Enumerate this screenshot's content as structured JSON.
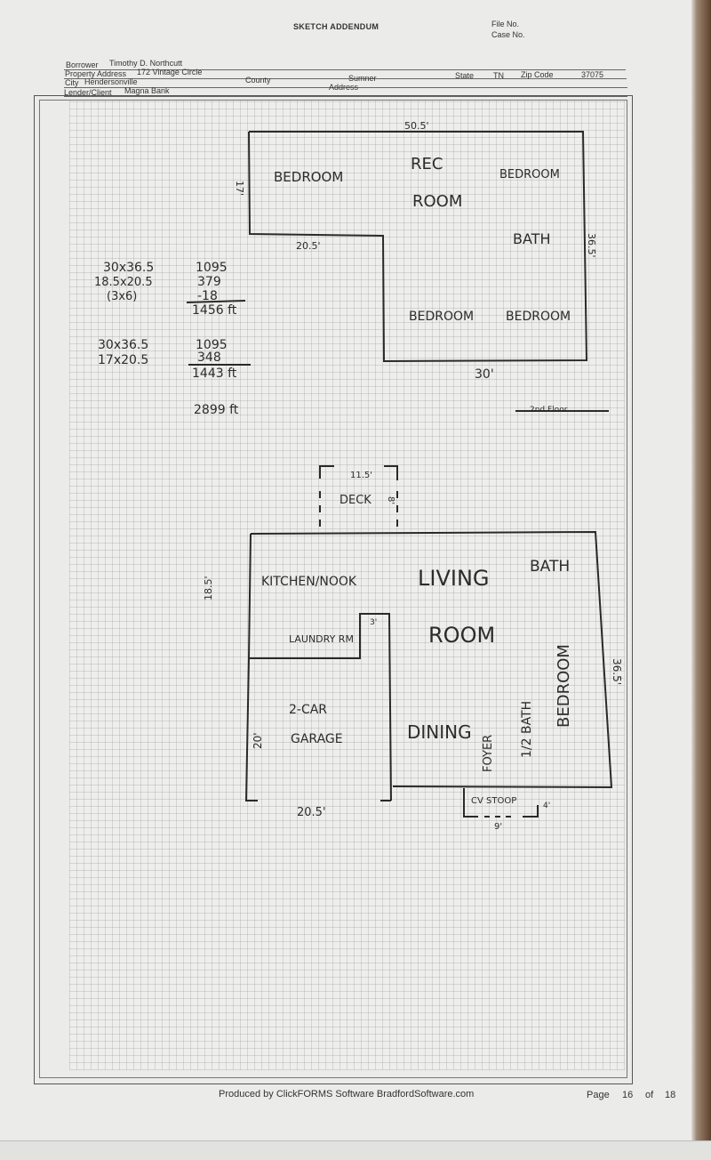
{
  "header": {
    "title": "SKETCH ADDENDUM",
    "file_no_label": "File No.",
    "case_no_label": "Case No.",
    "borrower_label": "Borrower",
    "borrower": "Timothy D. Northcutt",
    "property_address_label": "Property Address",
    "property_address": "172 Vintage Circle",
    "city_label": "City",
    "city": "Hendersonville",
    "county_label": "County",
    "county": "Sumner",
    "state_label": "State",
    "state": "TN",
    "zip_label": "Zip Code",
    "zip": "37075",
    "lender_label": "Lender/Client",
    "lender": "Magna Bank",
    "address_label": "Address"
  },
  "sketch": {
    "upper_floor": {
      "dims": {
        "top": "50.5'",
        "left": "17'",
        "inner_bottom": "20.5'",
        "right": "36.5'",
        "bottom": "30'"
      },
      "rooms": [
        "BEDROOM",
        "REC",
        "ROOM",
        "BEDROOM",
        "BATH",
        "BEDROOM",
        "BEDROOM"
      ],
      "floor_label": "2nd Floor"
    },
    "calculations": {
      "block1": {
        "lines": [
          "30x36.5",
          "18.5x20.5",
          "(3x6)"
        ],
        "values": [
          "1095",
          "379",
          "-18"
        ],
        "total": "1456 ft"
      },
      "block2": {
        "lines": [
          "30x36.5",
          "17x20.5"
        ],
        "values": [
          "1095",
          "348"
        ],
        "total": "1443 ft"
      },
      "grand_total": "2899 ft"
    },
    "main_floor": {
      "deck": {
        "label": "DECK",
        "width": "11.5'",
        "depth": "8'"
      },
      "dims": {
        "left": "18.5'",
        "right": "36.5'",
        "garage_left": "20'",
        "garage_bottom": "20.5'",
        "laundry": "3'",
        "stoop_side": "4'",
        "stoop_width": "9'"
      },
      "rooms": [
        "KITCHEN/NOOK",
        "LIVING",
        "ROOM",
        "BATH",
        "LAUNDRY RM",
        "BEDROOM",
        "2-CAR",
        "GARAGE",
        "DINING",
        "FOYER",
        "1/2 BATH",
        "CV STOOP"
      ]
    }
  },
  "footer": {
    "produced_by": "Produced by ClickFORMS Software BradfordSoftware.com",
    "page_label": "Page",
    "page": "16",
    "of_label": "of",
    "total_pages": "18"
  }
}
